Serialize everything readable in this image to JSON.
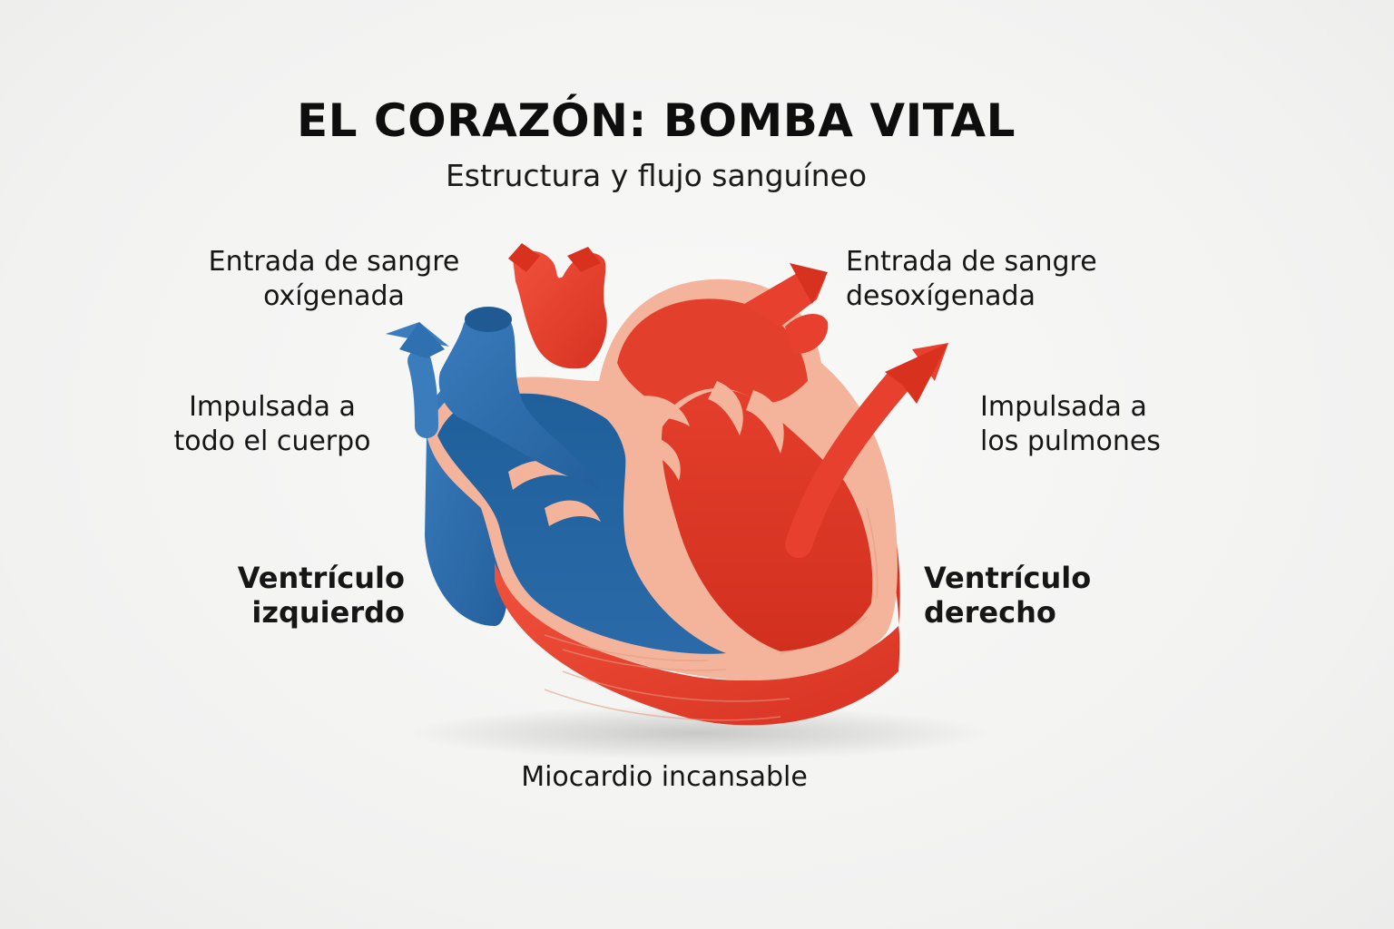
{
  "title": "EL CORAZÓN: BOMBA VITAL",
  "subtitle": "Estructura y flujo sanguíneo",
  "labels": {
    "top_left": [
      "Entrada de sangre",
      "oxígenada"
    ],
    "top_right": [
      "Entrada de sangre",
      "desoxígenada"
    ],
    "mid_left": [
      "Impulsada a",
      "todo el cuerpo"
    ],
    "mid_right": [
      "Impulsada a",
      "los pulmones"
    ],
    "ventricle_left": [
      "Ventrículo",
      "izquierdo"
    ],
    "ventricle_right": [
      "Ventrículo",
      "derecho"
    ],
    "bottom": "Miocardio incansable"
  },
  "colors": {
    "oxygenated": "#2e6fae",
    "deoxygenated": "#e8402e",
    "muscle": "#f2b29a",
    "background": "#f3f3f2"
  },
  "icons": {
    "left_arrow": "blue-up-arrow-icon",
    "right_arrow": "red-up-arrow-icon"
  }
}
